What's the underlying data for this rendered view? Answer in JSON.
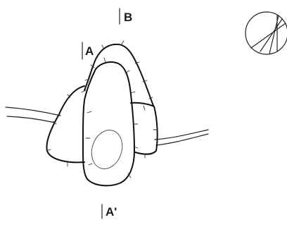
{
  "labels": {
    "top": "B",
    "left": "A",
    "bottom": "A'"
  },
  "icons": {
    "orientation": "orientation-circle-icon"
  }
}
